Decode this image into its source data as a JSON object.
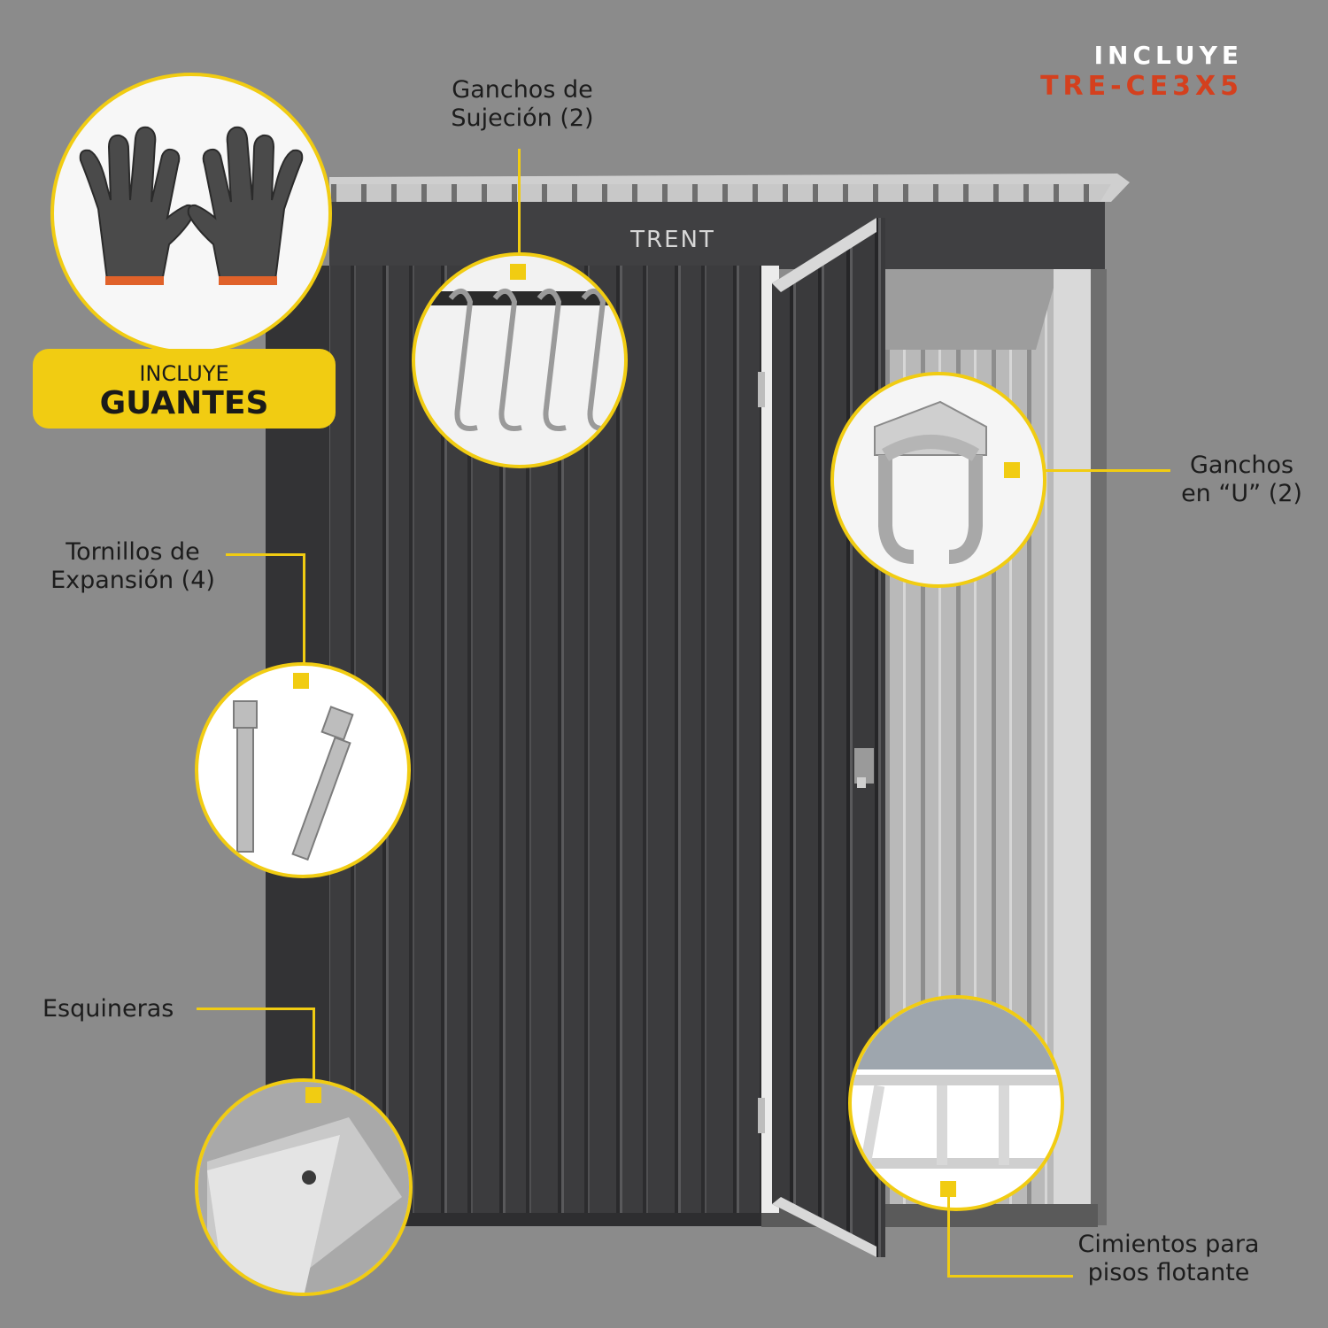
{
  "header": {
    "title": "INCLUYE",
    "model": "TRE-CE3X5"
  },
  "colors": {
    "background": "#8b8b8b",
    "accent": "#f1cc12",
    "model_red": "#d4401e",
    "shed_panel": "#3b3b3d"
  },
  "shed": {
    "brand": "TRENT"
  },
  "gloves_badge": {
    "line1": "INCLUYE",
    "line2": "GUANTES"
  },
  "callouts": {
    "hooks": {
      "line1": "Ganchos de",
      "line2": "Sujeción (2)",
      "icon": "s-hooks-icon"
    },
    "u_hooks": {
      "line1": "Ganchos",
      "line2": "en “U” (2)",
      "icon": "u-hook-icon"
    },
    "screws": {
      "line1": "Tornillos de",
      "line2": "Expansión (4)",
      "icon": "expansion-bolt-icon"
    },
    "corners": {
      "line1": "Esquineras",
      "icon": "corner-bracket-icon"
    },
    "foundation": {
      "line1": "Cimientos para",
      "line2": "pisos flotante",
      "icon": "floor-frame-icon"
    },
    "gloves": {
      "icon": "gloves-icon"
    }
  }
}
